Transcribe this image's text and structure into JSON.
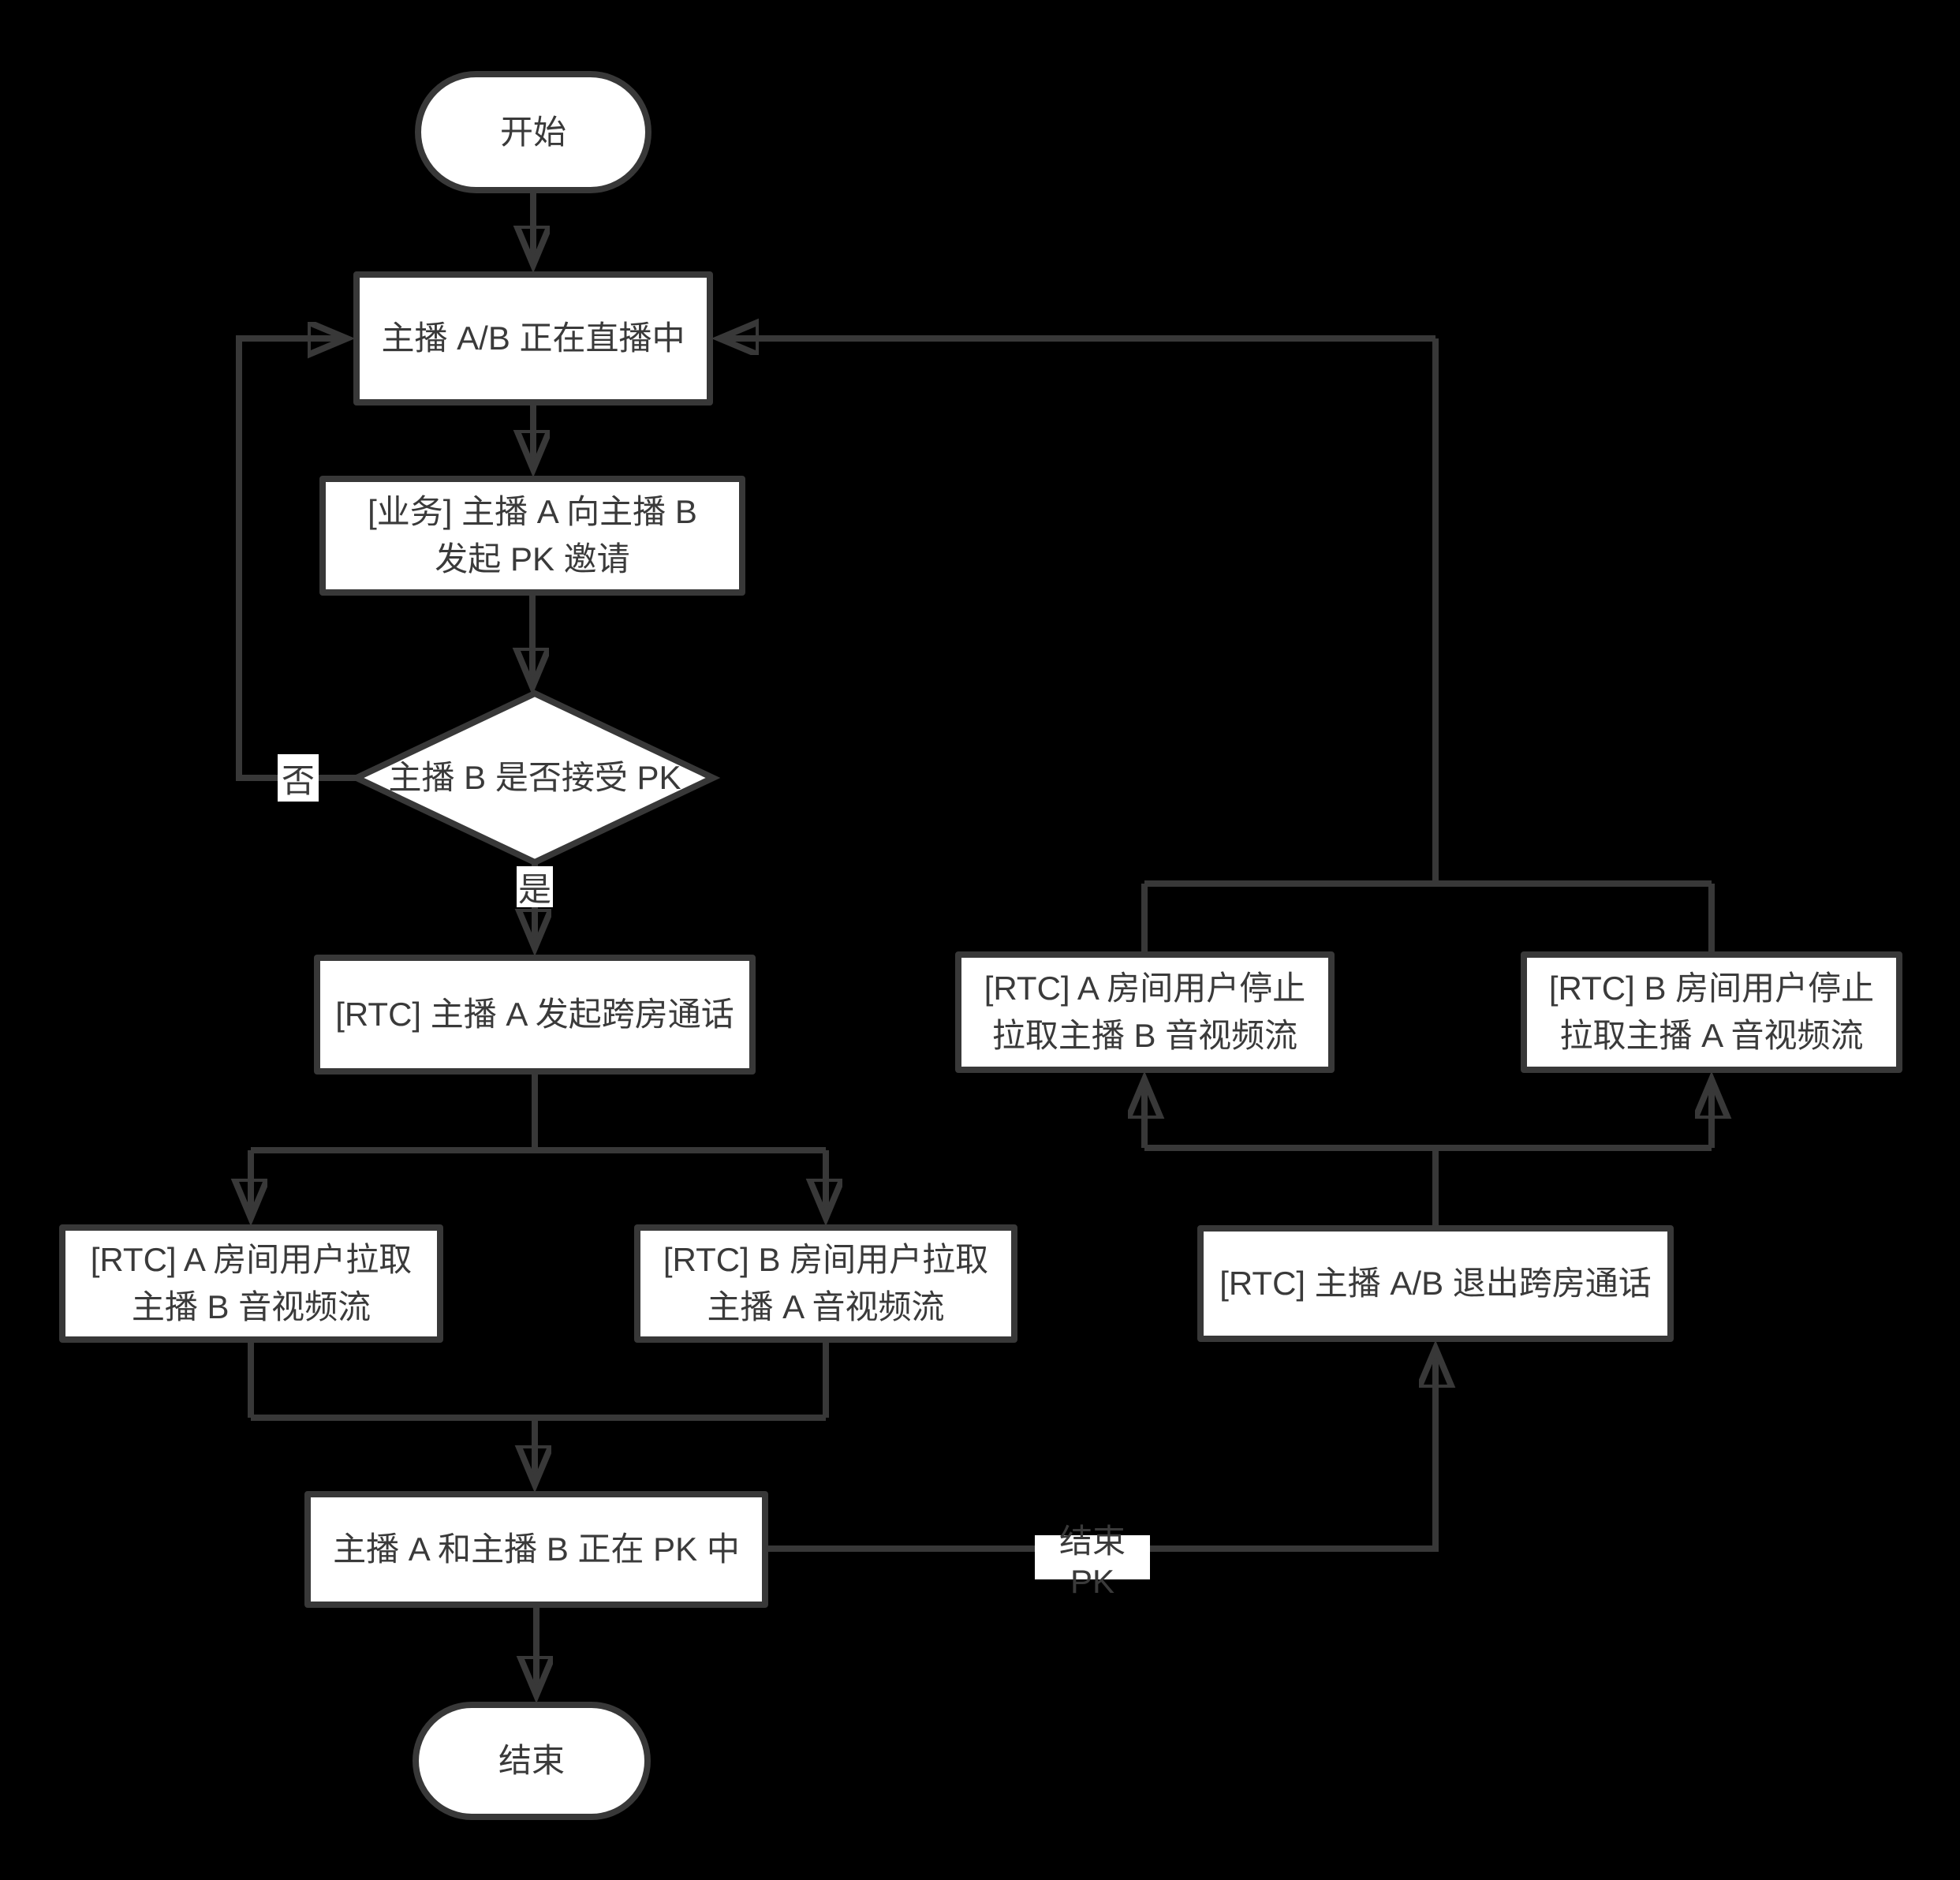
{
  "diagram": {
    "background_color": "#000000",
    "node_fill_color": "#ffffff",
    "line_color": "#383838",
    "text_color": "#3a3a3a"
  },
  "nodes": {
    "start": "开始",
    "live": "主播 A/B 正在直播中",
    "invite": "[业务] 主播 A 向主播 B\n发起 PK 邀请",
    "decision": "主播 B 是否接受 PK",
    "start_call": "[RTC] 主播 A 发起跨房通话",
    "pull_a": "[RTC] A 房间用户拉取\n主播 B 音视频流",
    "pull_b": "[RTC] B 房间用户拉取\n主播 A 音视频流",
    "pk": "主播 A 和主播 B 正在 PK 中",
    "end": "结束",
    "stop_a": "[RTC] A 房间用户停止\n拉取主播 B 音视频流",
    "stop_b": "[RTC] B 房间用户停止\n拉取主播 A 音视频流",
    "exit_call": "[RTC] 主播 A/B 退出跨房通话"
  },
  "edge_labels": {
    "no": "否",
    "yes": "是",
    "end_pk": "结束 PK"
  }
}
